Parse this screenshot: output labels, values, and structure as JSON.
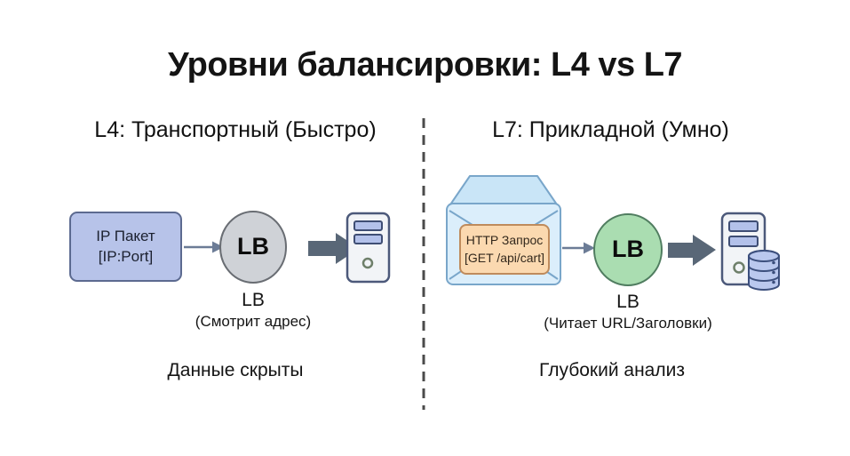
{
  "title": "Уровни балансировки: L4 vs L7",
  "panels": {
    "l4": {
      "heading": "L4: Транспортный (Быстро)",
      "packet_line1": "IP Пакет",
      "packet_line2": "[IP:Port]",
      "lb_circle_label": "LB",
      "lb_caption_title": "LB",
      "lb_caption_sub": "(Смотрит адрес)",
      "footer": "Данные скрыты"
    },
    "l7": {
      "heading": "L7: Прикладной (Умно)",
      "request_line1": "HTTP Запрос",
      "request_line2": "[GET /api/cart]",
      "lb_circle_label": "LB",
      "lb_caption_title": "LB",
      "lb_caption_sub": "(Читает URL/Заголовки)",
      "footer": "Глубокий анализ"
    }
  },
  "colors": {
    "packet_fill": "#b7c3e9",
    "packet_border": "#5c6a90",
    "lb_gray_fill": "#cfd2d7",
    "lb_gray_border": "#696d73",
    "lb_green_fill": "#aaddb1",
    "lb_green_border": "#507d60",
    "envelope_fill": "#dbeefb",
    "envelope_back_fill": "#c9e5f7",
    "envelope_border": "#79a6ca",
    "request_fill": "#fbd9b0",
    "request_border": "#bf8b5c",
    "arrow_thick": "#596777",
    "arrow_thin": "#6c7c96",
    "server_body": "#f2f4f7",
    "server_border": "#4c597a",
    "server_slat_fill": "#b3c1ea",
    "server_slat_border": "#3f4e74",
    "db_fill": "#bac8ee",
    "db_border": "#3c4f7d",
    "power_ring": "#6e7f6a",
    "divider": "#4b4b4b"
  }
}
